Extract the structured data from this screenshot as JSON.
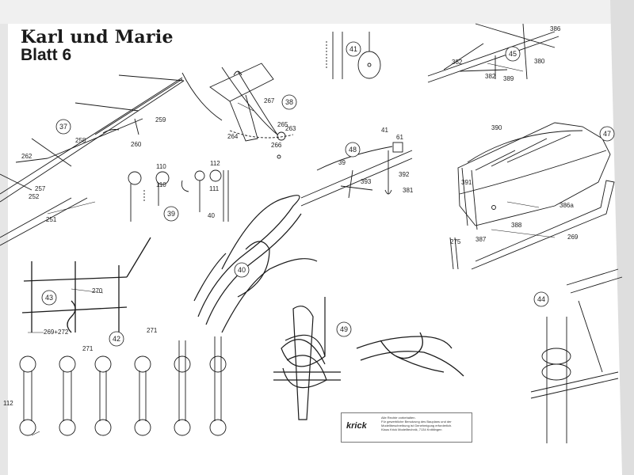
{
  "title": {
    "line1": "Karl und Marie",
    "line2": "Blatt 6"
  },
  "figures": [
    "37",
    "38",
    "39",
    "40",
    "41",
    "42",
    "43",
    "44",
    "45",
    "47",
    "48",
    "49"
  ],
  "part_labels": [
    "262",
    "258",
    "260",
    "259",
    "257",
    "252",
    "251",
    "267",
    "265",
    "263",
    "264",
    "266",
    "110",
    "112",
    "110",
    "111",
    "40",
    "41",
    "61",
    "39",
    "393",
    "392",
    "381",
    "382",
    "380",
    "382",
    "389",
    "386",
    "390",
    "391",
    "386a",
    "388",
    "387",
    "275",
    "269",
    "270",
    "269+272",
    "271",
    "271",
    "112"
  ],
  "brand": {
    "logo": "krick",
    "lines": [
      "Alle Rechte vorbehalten.",
      "Für gewerbliche Benutzung des Bauplans und der",
      "Modellbeschreibung ist Genehmigung erforderlich.",
      "Klaus Krick Modelltechnik, 7134 Knittlingen"
    ]
  },
  "colors": {
    "paper": "#ffffff",
    "ink": "#1a1a1a",
    "shadow": "#dcdcdc"
  }
}
